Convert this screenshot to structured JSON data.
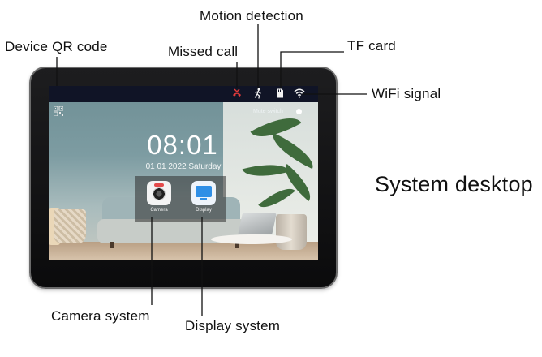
{
  "callouts": {
    "motion_detection": "Motion detection",
    "device_qr_code": "Device QR code",
    "missed_call": "Missed call",
    "tf_card": "TF card",
    "wifi_signal": "WiFi signal",
    "camera_system": "Camera system",
    "display_system": "Display system"
  },
  "caption": "System desktop",
  "screen": {
    "mute_switch": "Mute switch",
    "time": "08:01",
    "date": "01 01 2022 Saturday",
    "apps": [
      {
        "label": "Camera",
        "icon": "camera-icon"
      },
      {
        "label": "Display",
        "icon": "display-icon"
      }
    ],
    "status_icons": [
      "missed-call-icon",
      "motion-detection-icon",
      "tf-card-icon",
      "wifi-icon"
    ],
    "colors": {
      "missed_call": "#e23b3b",
      "status_bar": "#101426",
      "display_accent": "#2f8fe6"
    }
  }
}
